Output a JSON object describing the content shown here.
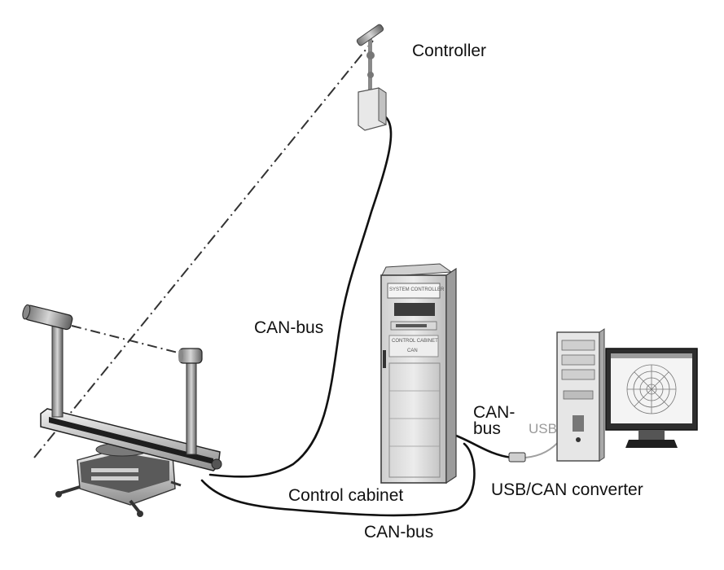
{
  "labels": {
    "controller": "Controller",
    "can_bus_vertical": "CAN-bus",
    "can_bus_right_line1": "CAN-",
    "can_bus_right_line2": "bus",
    "usb": "USB",
    "usb_can_converter": "USB/CAN converter",
    "control_cabinet": "Control cabinet",
    "can_bus_bottom": "CAN-bus"
  },
  "cabinet_panel_text": {
    "top_plate": "SYSTEM CONTROLLER",
    "mid_plate": "CONTROL CABINET",
    "small_plate": "CAN"
  },
  "colors": {
    "cable": "#111111",
    "device_light": "#e3e3e3",
    "device_mid": "#b5b5b5",
    "device_dark": "#444444",
    "label_gray": "#9a9a9a"
  }
}
